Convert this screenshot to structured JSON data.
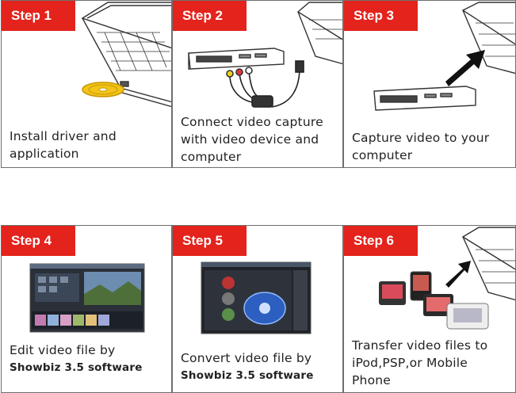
{
  "steps": [
    {
      "label": "Step 1",
      "line1": "Install driver and",
      "line2": "application"
    },
    {
      "label": "Step 2",
      "line1": "Connect video capture",
      "line2": "with video device and",
      "line3": "computer"
    },
    {
      "label": "Step 3",
      "line1": "Capture video to your",
      "line2": "computer"
    },
    {
      "label": "Step 4",
      "line1": "Edit video file by",
      "line2": "Showbiz 3.5 software"
    },
    {
      "label": "Step 5",
      "line1": "Convert video file by",
      "line2": "Showbiz 3.5 software"
    },
    {
      "label": "Step 6",
      "line1": "Transfer video files to",
      "line2": "iPod,PSP,or Mobile",
      "line3": "Phone"
    }
  ],
  "colors": {
    "badge": "#e3231c",
    "border": "#6f6f6f"
  },
  "icons": [
    "laptop-icon",
    "cd-icon",
    "vcr-icon",
    "capture-cable-icon",
    "arrow-icon",
    "editor-screenshot-icon",
    "converter-screenshot-icon",
    "phone-icon",
    "ipod-icon",
    "psp-icon"
  ]
}
